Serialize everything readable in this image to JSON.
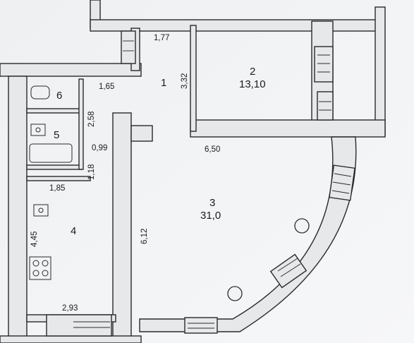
{
  "dimensions": {
    "corridor_top_width": "1,77",
    "corridor_left_width": "1,65",
    "corridor_height": "3,32",
    "bath5_height": "2,58",
    "bath5_width": "0,99",
    "passage_height": "1,18",
    "kitchen_width_top": "1,85",
    "kitchen_height": "4,45",
    "kitchen_width_bottom": "2,93",
    "room3_wall_width": "6,50",
    "room3_height": "6,12"
  },
  "rooms": {
    "r1": {
      "num": "1"
    },
    "r2": {
      "num": "2",
      "area": "13,10"
    },
    "r3": {
      "num": "3",
      "area": "31,0"
    },
    "r4": {
      "num": "4"
    },
    "r5": {
      "num": "5"
    },
    "r6": {
      "num": "6"
    }
  }
}
